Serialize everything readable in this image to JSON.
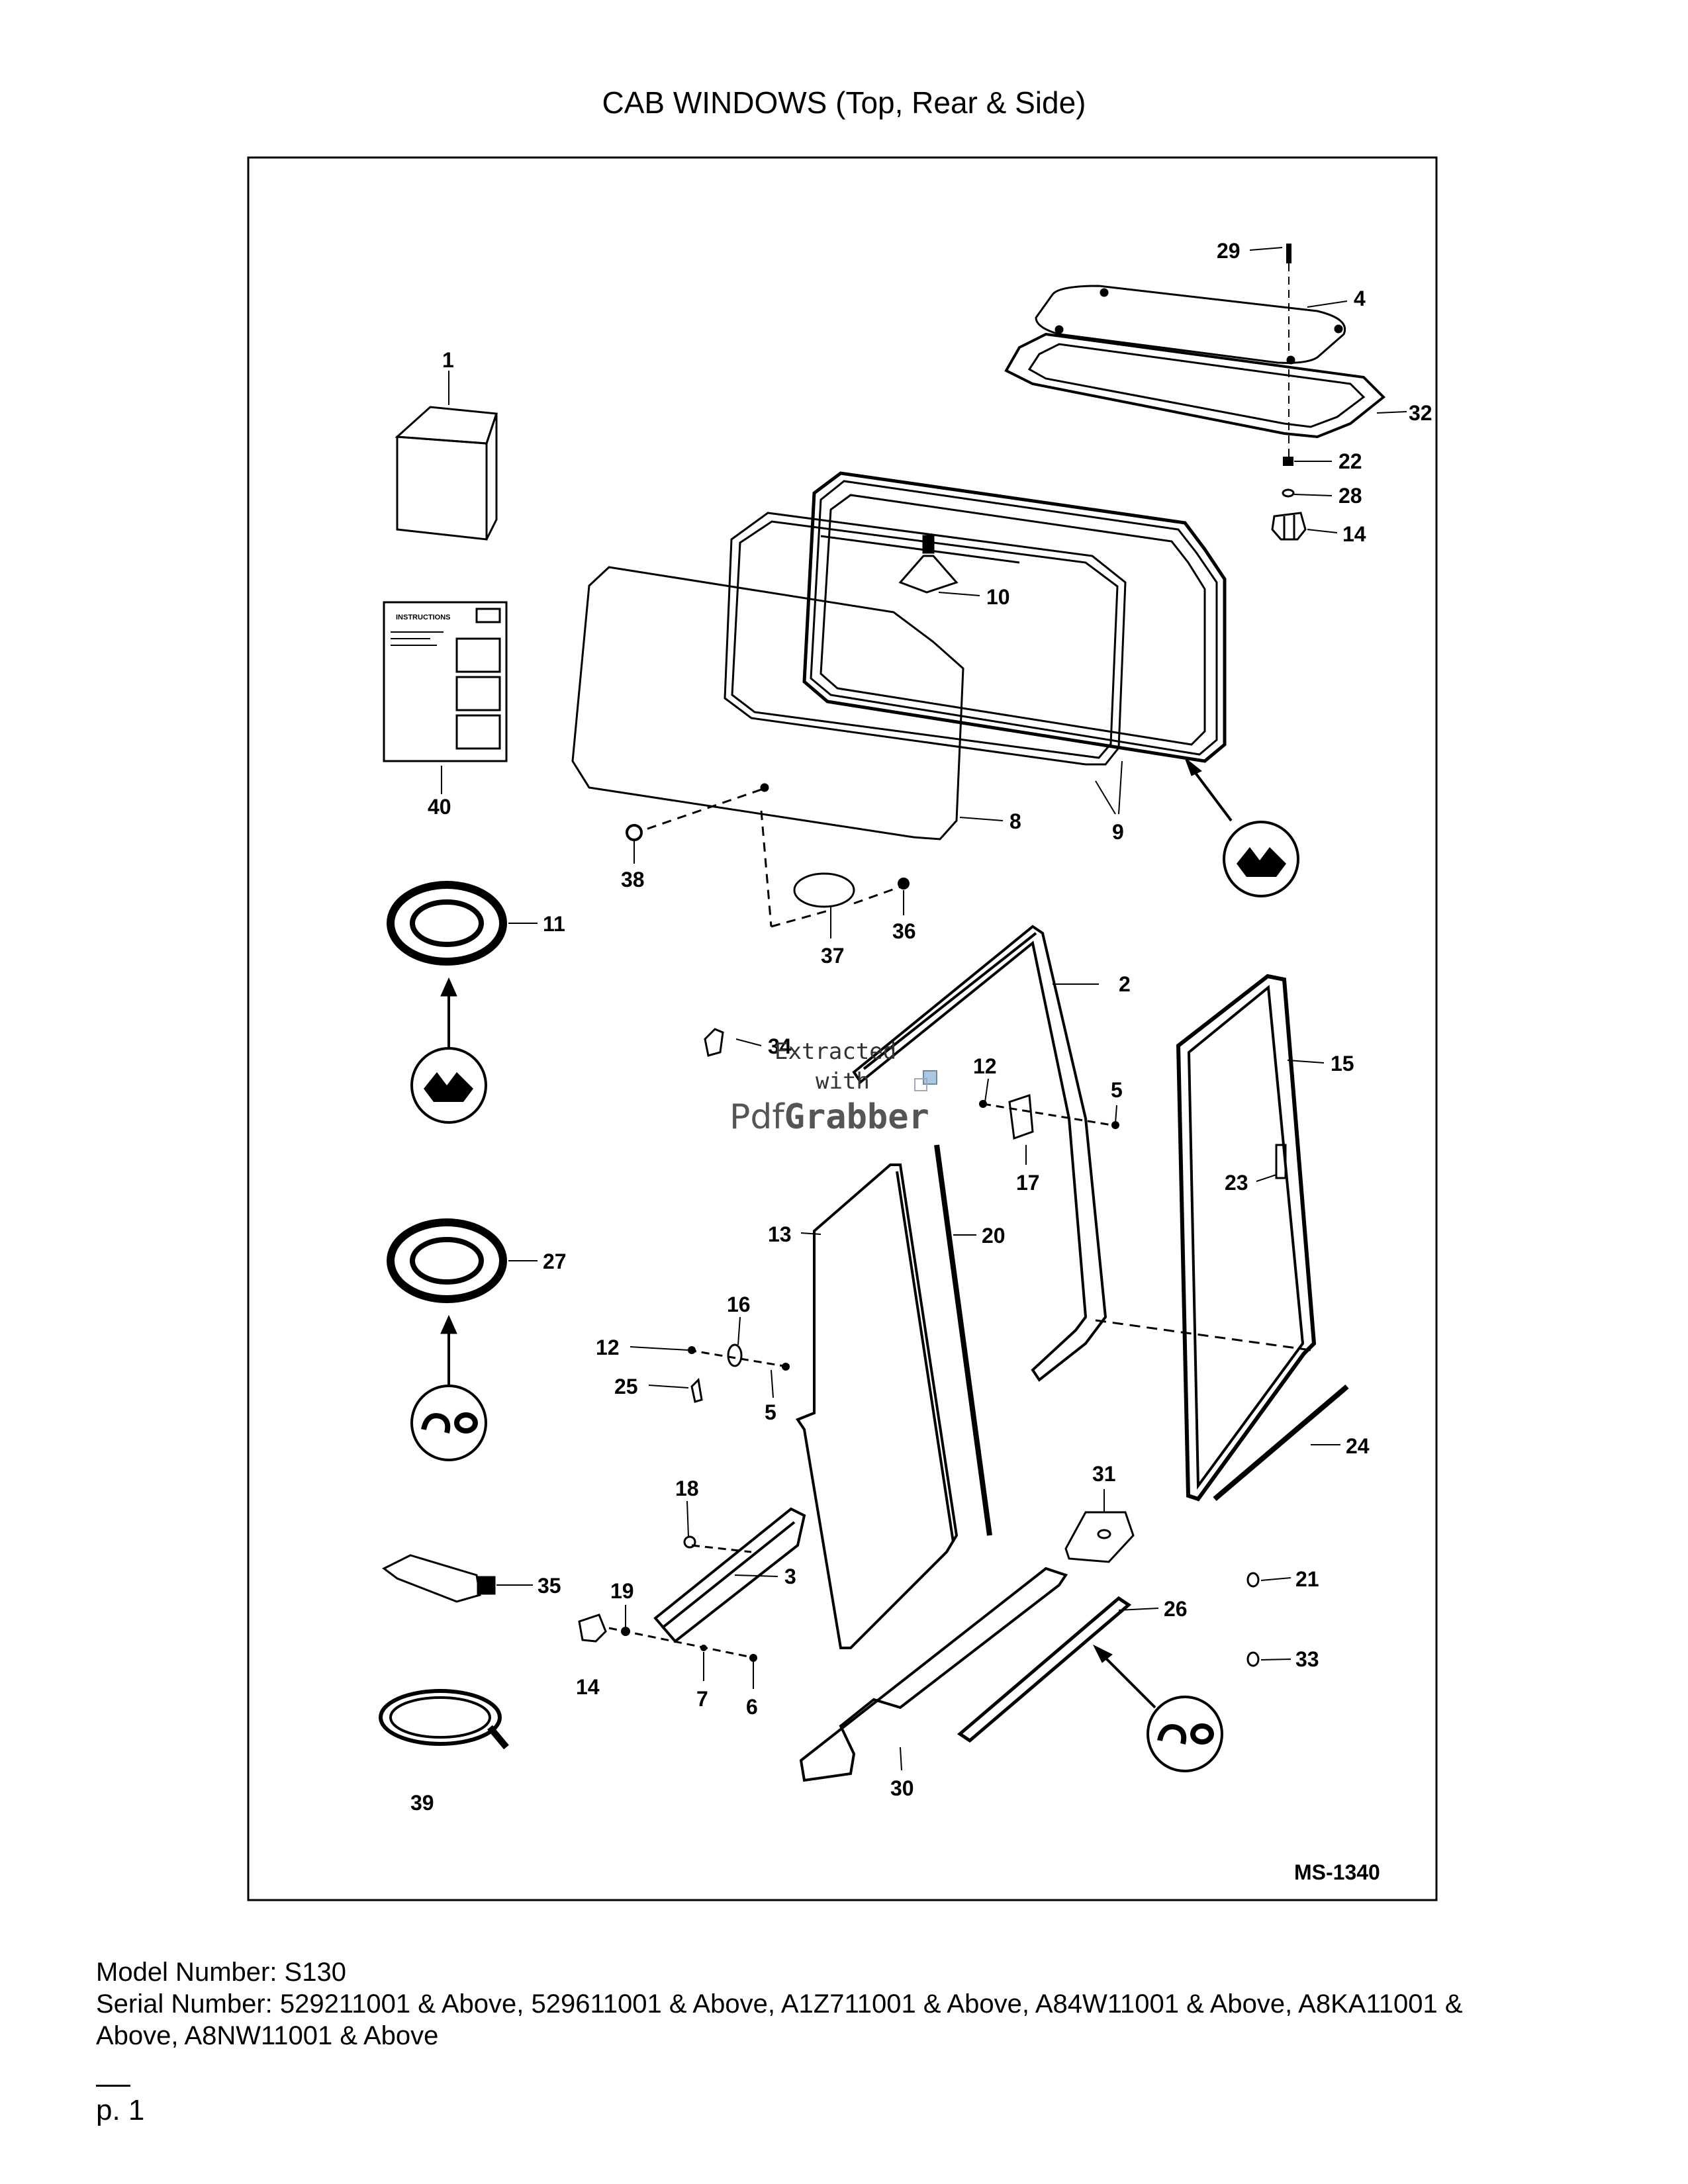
{
  "page": {
    "title": "CAB WINDOWS (Top, Rear & Side)",
    "page_number": "p. 1"
  },
  "diagram": {
    "drawing_number": "MS-1340",
    "callouts": {
      "c1": "1",
      "c2": "2",
      "c3": "3",
      "c4": "4",
      "c5a": "5",
      "c5b": "5",
      "c6": "6",
      "c7": "7",
      "c8": "8",
      "c9": "9",
      "c10": "10",
      "c11": "11",
      "c12a": "12",
      "c12b": "12",
      "c13": "13",
      "c14a": "14",
      "c14b": "14",
      "c15": "15",
      "c16": "16",
      "c17": "17",
      "c18": "18",
      "c19": "19",
      "c20": "20",
      "c21": "21",
      "c22": "22",
      "c23": "23",
      "c24": "24",
      "c25": "25",
      "c26": "26",
      "c27": "27",
      "c28": "28",
      "c29": "29",
      "c30": "30",
      "c31": "31",
      "c32": "32",
      "c33": "33",
      "c34": "34",
      "c35": "35",
      "c36": "36",
      "c37": "37",
      "c38": "38",
      "c39": "39",
      "c40": "40"
    },
    "instructions_sheet_label": "INSTRUCTIONS",
    "watermark": {
      "line1": "Extracted",
      "line2": "with",
      "brand_part1": "Pdf",
      "brand_part2": "Grabber"
    }
  },
  "footer": {
    "model_line": "Model Number: S130",
    "serial_line1": "Serial Number: 529211001 & Above, 529611001 & Above, A1Z711001 & Above, A84W11001 & Above, A8KA11001 &",
    "serial_line2": "Above, A8NW11001 & Above"
  },
  "icons": {
    "tool_icon": "cutter-tool-icon",
    "adhesive_icon": "bead-icon"
  },
  "colors": {
    "ink": "#000000",
    "paper": "#ffffff",
    "watermark_gray": "#555555"
  }
}
